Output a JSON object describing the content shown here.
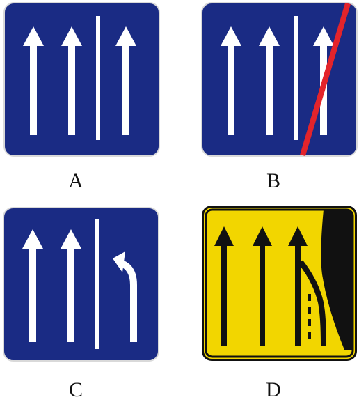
{
  "options": [
    {
      "label": "A",
      "sign": "three-lanes-straight-sign"
    },
    {
      "label": "B",
      "sign": "end-of-three-lanes-straight-sign"
    },
    {
      "label": "C",
      "sign": "two-straight-one-left-turn-lane-sign"
    },
    {
      "label": "D",
      "sign": "right-lane-merge-warning-sign"
    }
  ],
  "colors": {
    "sign_blue": "#1a2b84",
    "sign_border": "#d9d9d9",
    "arrow_white": "#ffffff",
    "cancel_red": "#e3242b",
    "warning_yellow": "#f2d600",
    "warning_black": "#111111"
  }
}
